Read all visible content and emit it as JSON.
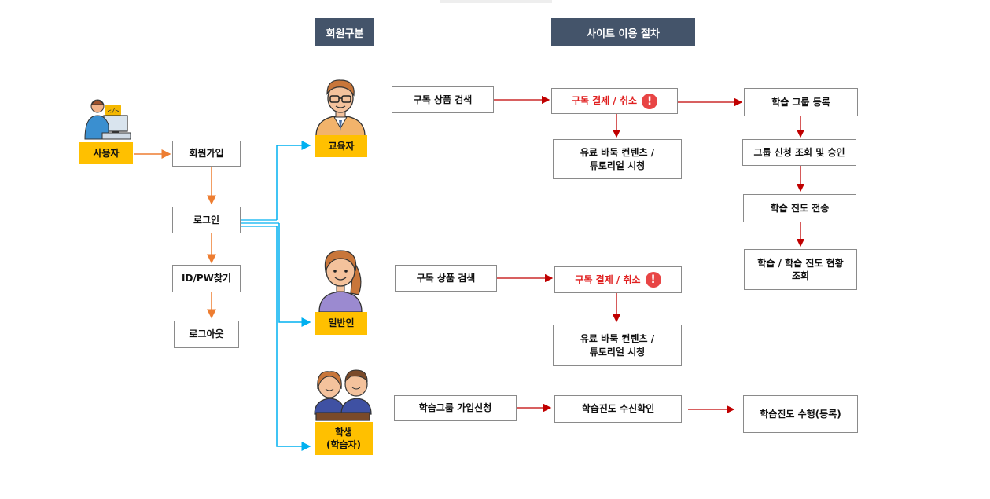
{
  "headers": {
    "member_type": "회원구분",
    "site_procedure": "사이트 이용 절차"
  },
  "user": {
    "label": "사용자"
  },
  "account": {
    "signup": "회원가입",
    "login": "로그인",
    "find_id_pw": "ID/PW찾기",
    "logout": "로그아웃"
  },
  "member_types": {
    "educator": "교육자",
    "general": "일반인",
    "student": "학생\n(학습자)"
  },
  "educator_flow": {
    "search": "구독 상품 검색",
    "payment": "구독 결제 / 취소",
    "view": "유료 바둑 컨텐츠 /\n튜토리얼 시청",
    "register_group": "학습 그룹 등록",
    "approve": "그룹 신청 조회 및 승인",
    "send_progress": "학습 진도 전송",
    "progress_status": "학습 / 학습 진도 현황\n조회"
  },
  "general_flow": {
    "search": "구독 상품 검색",
    "payment": "구독 결제 / 취소",
    "view": "유료 바둑 컨텐츠 /\n튜토리얼 시청"
  },
  "student_flow": {
    "join_group": "학습그룹 가입신청",
    "receive_progress": "학습진도 수신확인",
    "do_progress": "학습진도 수행(등록)"
  },
  "icons": {
    "warning": "!"
  },
  "colors": {
    "header_bg": "#44546a",
    "tag_bg": "#ffc000",
    "orange_arrow": "#ed7d31",
    "blue_arrow": "#00b0f0",
    "red_arrow": "#c00000",
    "warning": "#e84545"
  }
}
